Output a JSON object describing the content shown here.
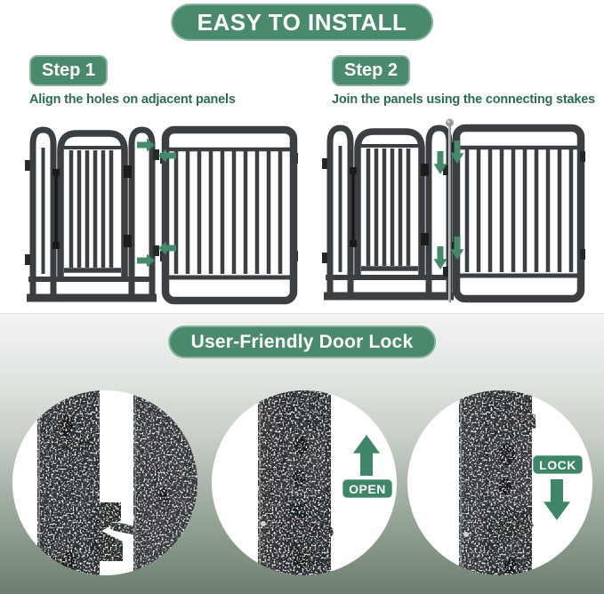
{
  "header": {
    "title": "EASY TO INSTALL"
  },
  "steps": [
    {
      "label": "Step 1",
      "description": "Align the holes on adjacent panels"
    },
    {
      "label": "Step 2",
      "description": "Join the panels using the connecting stakes"
    }
  ],
  "door_lock": {
    "title": "User-Friendly Door Lock",
    "open_label": "OPEN",
    "lock_label": "LOCK"
  },
  "colors": {
    "accent_green": "#4a8a6c",
    "text_green": "#2d6b55",
    "arrow_green": "#448a6a",
    "fence_dark": "#3b3f42",
    "section_gradient_top": "#f2f4f2",
    "section_gradient_bottom": "#6b7d6f"
  }
}
